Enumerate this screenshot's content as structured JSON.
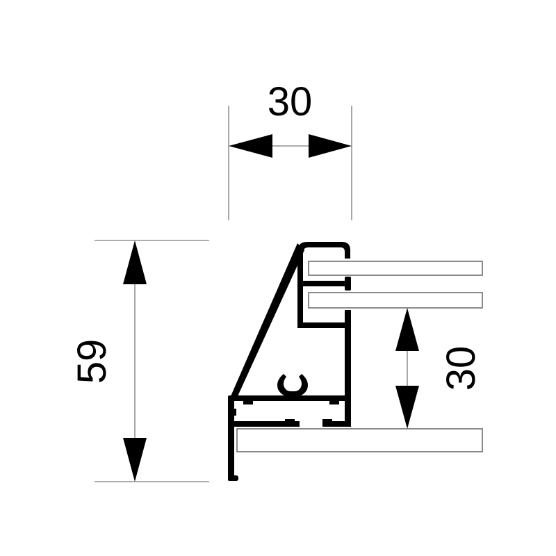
{
  "drawing": {
    "type": "aluminium frame profile cross-section",
    "units": "mm",
    "colors": {
      "profile": "#000000",
      "dimension_lines": "#7a7a7a",
      "panels": "#6e6e6e",
      "background": "#ffffff"
    }
  },
  "dimensions": {
    "top_width": {
      "label": "30",
      "orientation": "horizontal"
    },
    "overall_height": {
      "label": "59",
      "orientation": "vertical"
    },
    "right_depth": {
      "label": "30",
      "orientation": "vertical"
    }
  }
}
